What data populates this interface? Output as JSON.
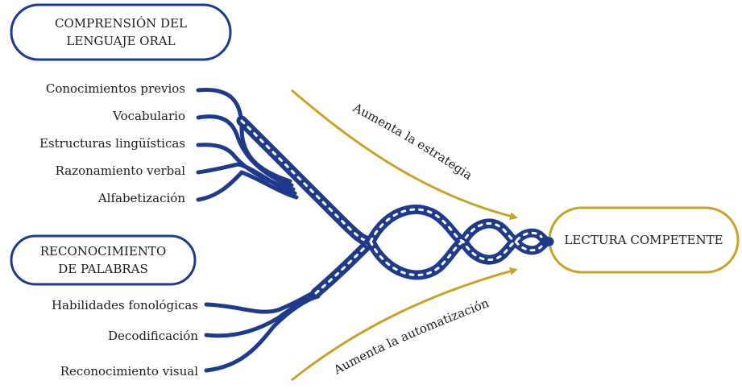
{
  "diagram": {
    "top_group": {
      "title_line1": "COMPRENSIÓN DEL",
      "title_line2": "LENGUAJE ORAL",
      "items": [
        "Conocimientos previos",
        "Vocabulario",
        "Estructuras lingüísticas",
        "Razonamiento verbal",
        "Alfabetización"
      ]
    },
    "bottom_group": {
      "title_line1": "RECONOCIMIENTO",
      "title_line2": "DE PALABRAS",
      "items": [
        "Habilidades fonológicas",
        "Decodificación",
        "Reconocimiento visual"
      ]
    },
    "outcome": "LECTURA COMPETENTE",
    "arrow_top_label": "Aumenta la estrategia",
    "arrow_bottom_label": "Aumenta la automatización",
    "colors": {
      "rope": "#1f3a8a",
      "pill_top": "#1f3a8a",
      "pill_outcome": "#c9a227",
      "arrow": "#c9a227"
    }
  }
}
